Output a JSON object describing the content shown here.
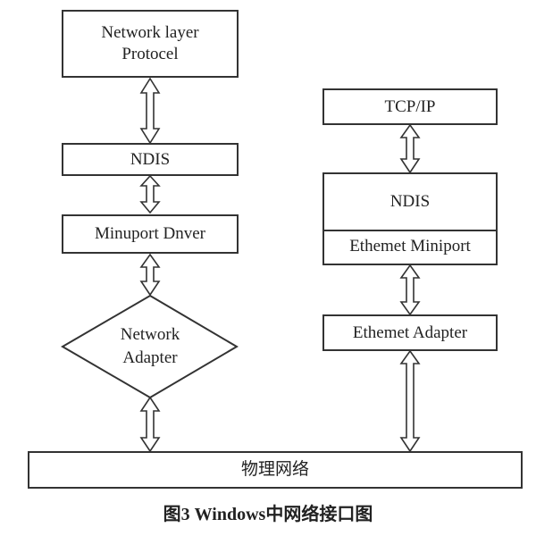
{
  "left_stack": {
    "network_layer": "Network  layer\nProtocel",
    "ndis": "NDIS",
    "miniport_driver": "Minuport Dnver",
    "network_adapter": "Network\nAdapter"
  },
  "right_stack": {
    "tcpip": "TCP/IP",
    "ndis": "NDIS",
    "ethernet_miniport": "Ethemet Miniport",
    "ethernet_adapter": "Ethemet Adapter"
  },
  "physical_network": "物理网络",
  "caption": "图3    Windows中网络接口图",
  "colors": {
    "stroke": "#333333",
    "background": "#ffffff"
  }
}
